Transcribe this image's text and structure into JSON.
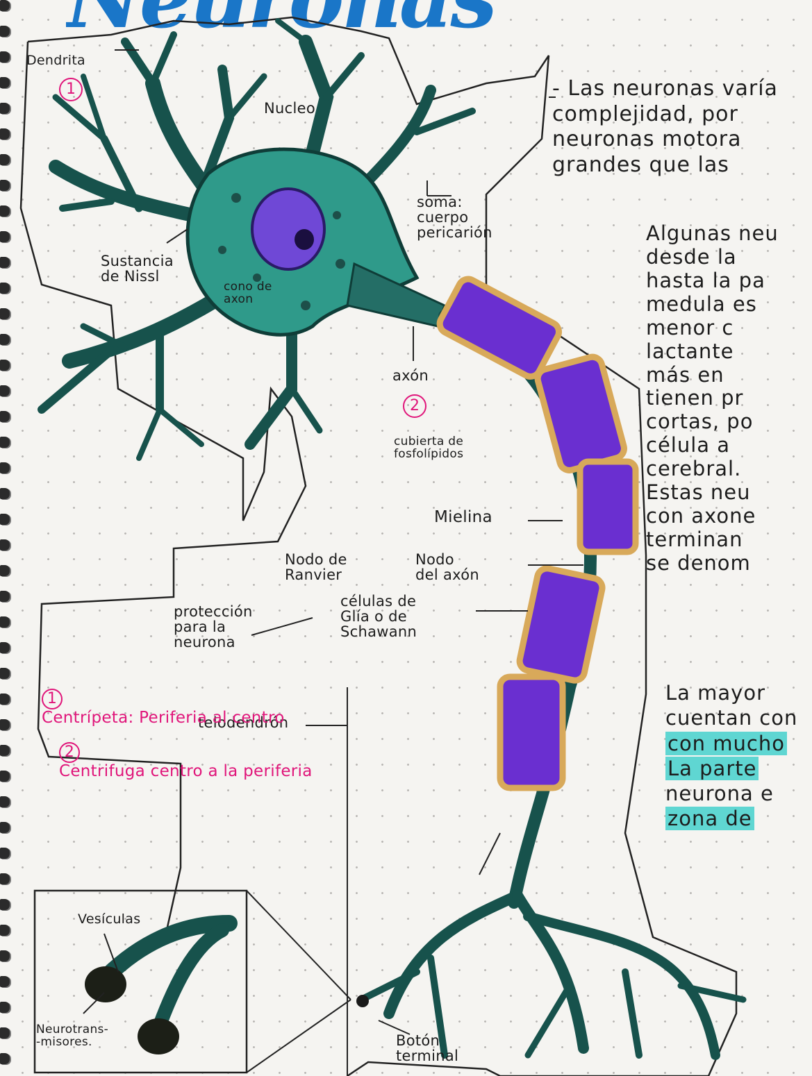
{
  "title": "Neuronas",
  "diagram": {
    "labels": {
      "dendrita": "Dendrita",
      "num1": "1",
      "nucleo": "Nucleo",
      "soma": "soma:\ncuerpo\npericarión",
      "sustancia": "Sustancia\nde Nissl",
      "cono": "cono de\naxon",
      "axon": "axón",
      "num2": "2",
      "cubierta": "cubierta de\nfosfolípidos",
      "mielina": "Mielina",
      "nodo_ranvier": "Nodo de\nRanvier",
      "nodo_axon": "Nodo\ndel axón",
      "celulas_glia": "células de\nGlía o de\nSchawann",
      "proteccion": "protección\npara la\nneurona",
      "telodendron": "telodendrón",
      "vesiculas": "Vesículas",
      "neurotransmisores": "Neurotrans-\n-misores.",
      "boton": "Botón\nterminal"
    },
    "legend": [
      {
        "num": "1",
        "text": "Centrípeta: Periferia al centro"
      },
      {
        "num": "2",
        "text": "Centrifuga centro a la periferia"
      }
    ]
  },
  "notes": {
    "p1": [
      "Las neuronas varía",
      "complejidad, por",
      "neuronas motora",
      "grandes que las"
    ],
    "p2": [
      "Algunas neu",
      "desde la",
      "hasta la pa",
      "medula es",
      "menor c",
      "lactante",
      "más en",
      "tienen pr",
      "cortas, po",
      "célula a",
      "cerebral.",
      "Estas neu",
      "con axone",
      "terminan",
      "se denom"
    ],
    "p3": [
      "La mayor",
      "cuentan con",
      "con mucho",
      "La parte",
      "neurona e",
      "zona de"
    ]
  },
  "colors": {
    "soma": "#2f9a8a",
    "nucleus": "#6f48d6",
    "myelin_fill": "#6a2fd0",
    "myelin_border": "#d8a95a",
    "axon": "#1f5f5a",
    "highlight": "#5fd6d2",
    "pink_ink": "#e0157a",
    "title_blue": "#1a76c8"
  }
}
